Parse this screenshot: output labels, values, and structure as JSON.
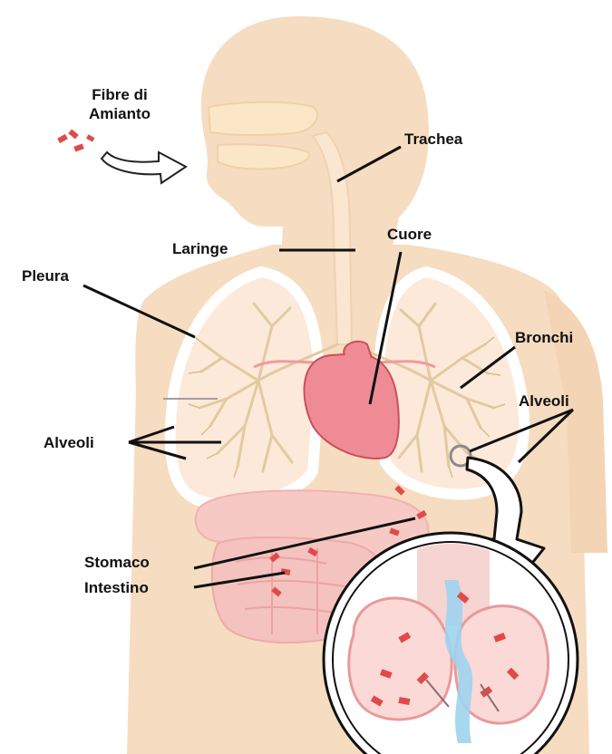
{
  "labels": {
    "fibre_line1": "Fibre di",
    "fibre_line2": "Amianto",
    "trachea": "Trachea",
    "cuore": "Cuore",
    "laringe": "Laringe",
    "pleura": "Pleura",
    "bronchi": "Bronchi",
    "alveoli_left": "Alveoli",
    "alveoli_right": "Alveoli",
    "stomaco": "Stomaco",
    "intestino": "Intestino"
  },
  "colors": {
    "body_silhouette": "#f6dcc0",
    "nasal_cavity": "#fbe7c8",
    "lung_fill": "#fde9d9",
    "lung_outline": "#ffffff",
    "bronchi_tree": "#e2caa0",
    "heart": "#ef8b95",
    "heart_outline": "#c94f5c",
    "stomach": "#f7c9c5",
    "intestine": "#f4b8b5",
    "asbestos_fiber": "#e04a4a",
    "callout_ring": "#111111",
    "pointer_line": "#111111",
    "zoom_blue": "#9fd3ee"
  }
}
